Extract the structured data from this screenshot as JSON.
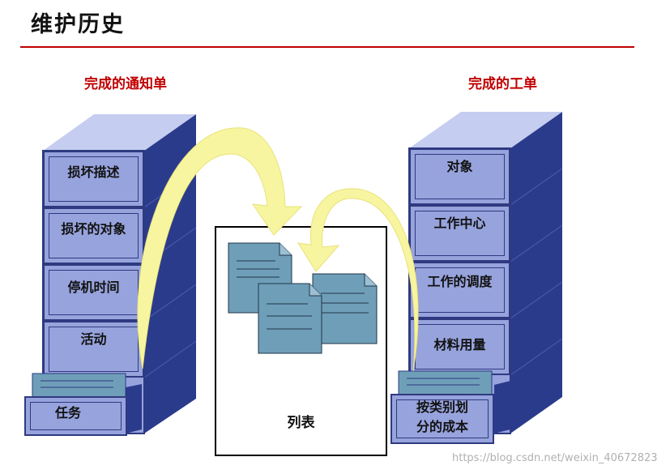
{
  "title": "维护历史",
  "left": {
    "heading": "完成的通知单",
    "drawers": [
      "损坏描述",
      "损坏的对象",
      "停机时间",
      "活动"
    ],
    "open_drawer": "任务"
  },
  "right": {
    "heading": "完成的工单",
    "drawers": [
      "对象",
      "工作中心",
      "工作的调度",
      "材料用量"
    ],
    "open_drawer_line1": "按类别划",
    "open_drawer_line2": "分的成本"
  },
  "center": {
    "label": "列表"
  },
  "watermark": "https://blog.csdn.net/weixin_40672823",
  "colors": {
    "cabinet_front": "#97a3dc",
    "cabinet_side": "#2b3b8c",
    "cabinet_top": "#c5cdf0",
    "document": "#6f9fb8",
    "arrow": "#f8f5a0",
    "rule": "#c00000"
  }
}
